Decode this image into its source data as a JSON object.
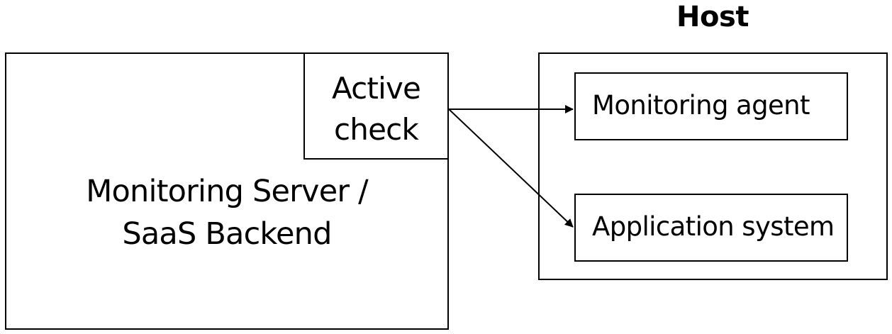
{
  "diagram": {
    "server": {
      "label_line1": "Monitoring Server /",
      "label_line2": "SaaS Backend"
    },
    "active_check": {
      "label_line1": "Active",
      "label_line2": "check"
    },
    "host": {
      "title": "Host",
      "agent_label": "Monitoring agent",
      "app_label": "Application system"
    },
    "colors": {
      "stroke": "#000000",
      "background": "#ffffff"
    }
  }
}
